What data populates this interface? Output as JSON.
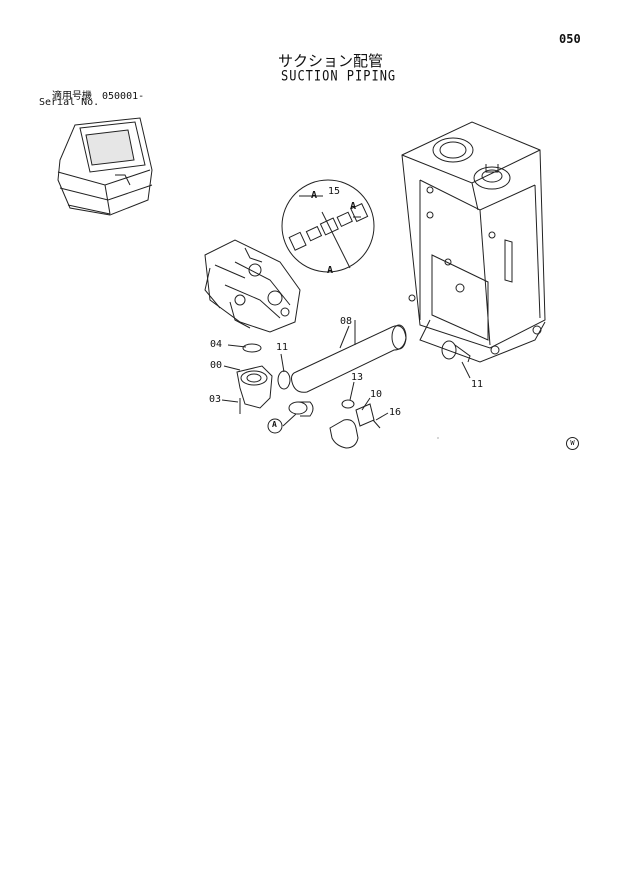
{
  "header": {
    "page_number": "050",
    "title_jp": "サクション配管",
    "title_en": "SUCTION PIPING"
  },
  "serial": {
    "label_jp": "適用号機",
    "value": "050001-",
    "label_en": "Serial No."
  },
  "callouts": {
    "c04": "04",
    "c00": "00",
    "c03": "03",
    "c11a": "11",
    "c08": "08",
    "c13": "13",
    "c10": "10",
    "c16": "16",
    "c11b": "11",
    "c15": "15",
    "cA1": "A",
    "cA2": "A",
    "cA3": "A",
    "cA4": "A"
  },
  "footer_mark": "W"
}
